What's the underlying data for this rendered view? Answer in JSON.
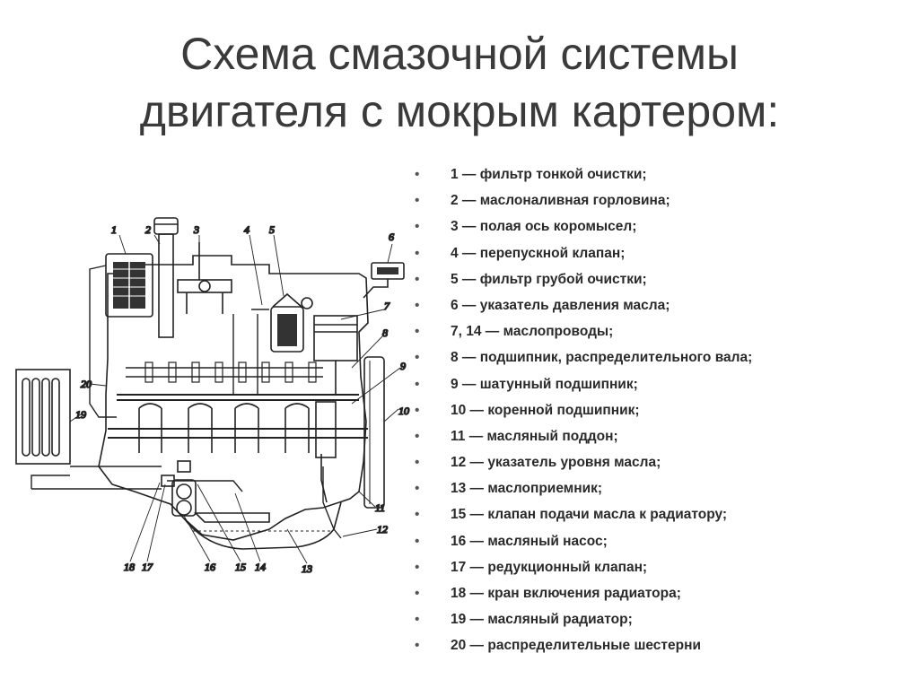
{
  "title": {
    "line1": "Схема смазочной системы",
    "line2": "двигателя с мокрым картером:"
  },
  "legend": [
    "1 — фильтр тонкой очистки;",
    "2 — маслоналивная горловина;",
    "3 — полая ось коромысел;",
    "4 — перепускной клапан;",
    "5 — фильтр грубой очистки;",
    " 6 — указатель давления масла;",
    "7, 14 — маслопроводы;",
    "8 — подшипник, распределительного вала;",
    "9 — шатунный подшипник;",
    "10 — коренной подшипник;",
    " 11 — масляный поддон;",
    "12 — указатель уровня масла;",
    "13 — маслоприемник;",
    "15 — клапан подачи масла к радиатору;",
    "16 — масляный насос;",
    "17 — редукционный клапан;",
    "18 — кран включения радиатора;",
    "19 — масляный радиатор;",
    "20 — распределительные шестерни"
  ],
  "bullet": "•",
  "diagram_labels": {
    "n1": "1",
    "n2": "2",
    "n3": "3",
    "n4": "4",
    "n5": "5",
    "n6": "6",
    "n7": "7",
    "n8": "8",
    "n9": "9",
    "n10": "10",
    "n11": "11",
    "n12": "12",
    "n13": "13",
    "n14": "14",
    "n15": "15",
    "n16": "16",
    "n17": "17",
    "n18": "18",
    "n19": "19",
    "n20": "20"
  }
}
